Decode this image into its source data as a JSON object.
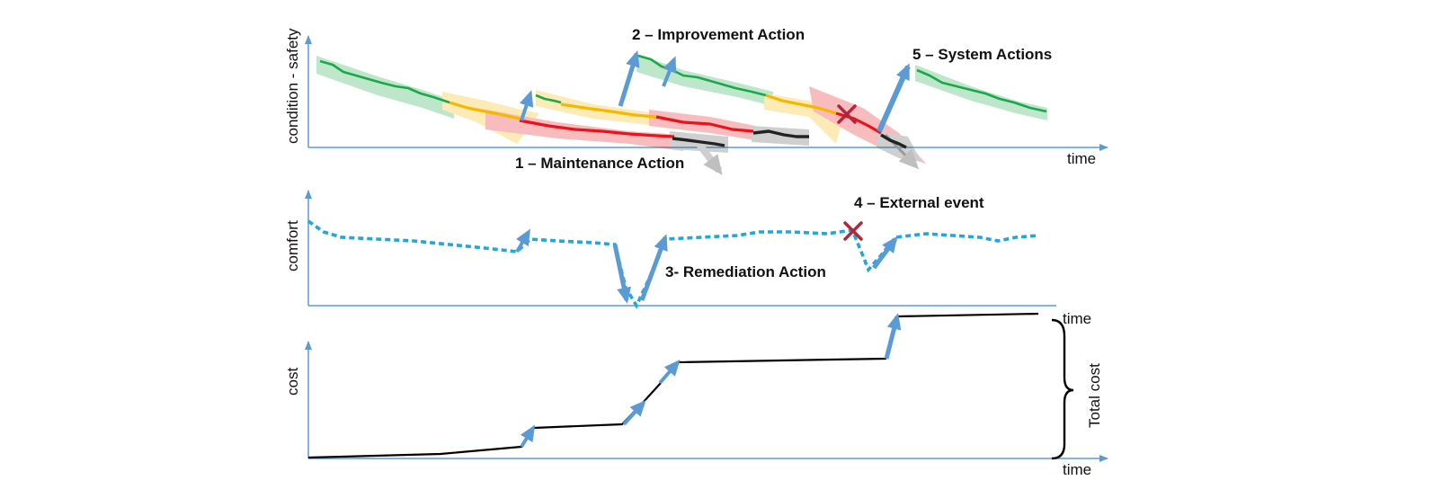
{
  "annotations": {
    "maintenance": "1 – Maintenance Action",
    "improvement": "2 – Improvement Action",
    "remediation": "3- Remediation Action",
    "external": "4 – External event",
    "system": "5 – System Actions"
  },
  "panels": {
    "safety": {
      "ylabel": "condition - safety",
      "xlabel": "time"
    },
    "comfort": {
      "ylabel": "comfort",
      "xlabel": "time"
    },
    "cost": {
      "ylabel": "cost",
      "xlabel": "time",
      "bracket_label": "Total cost"
    }
  },
  "colors": {
    "axis": "#5b9bd5",
    "action_arrow": "#5b9bd5",
    "good": "#1aa848",
    "fair": "#f5b800",
    "poor": "#e8141c",
    "failed": "#222222",
    "comfort_line": "#1fa7e0",
    "cost_line": "#000000",
    "event_marker": "#b3263a"
  },
  "icons": {
    "event": "x-mark-icon",
    "action": "arrow-up-icon",
    "bracket": "curly-brace-icon"
  }
}
